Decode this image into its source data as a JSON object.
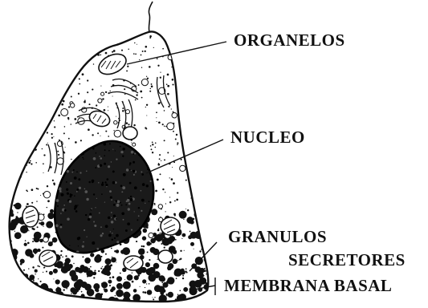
{
  "labels": {
    "organelos": "ORGANELOS",
    "nucleo": "NUCLEO",
    "granulos": "GRANULOS",
    "secretores": "SECRETORES",
    "membrana_basal": "MEMBRANA BASAL"
  },
  "colors": {
    "ink": "#111111",
    "paper": "#ffffff"
  }
}
